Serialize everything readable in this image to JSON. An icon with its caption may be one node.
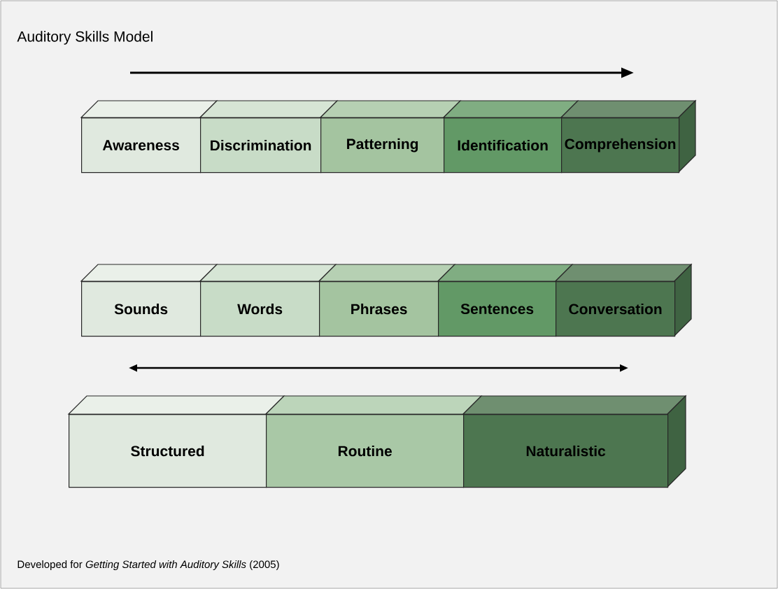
{
  "diagram": {
    "title": "Auditory Skills Model",
    "caption": "Developed for *Getting Started with Auditory Skills* (2005)",
    "nodes": [
      {
        "text": [
          "Awareness"
        ]
      },
      {
        "text": [
          "Discrimination"
        ]
      },
      {
        "text": [
          "Patterning"
        ]
      },
      {
        "text": [
          "Identification"
        ]
      },
      {
        "text": [
          "Comprehension"
        ]
      },
      {
        "text": [
          "Sounds"
        ]
      },
      {
        "text": [
          "Words"
        ]
      },
      {
        "text": [
          "Phrases"
        ]
      },
      {
        "text": [
          "Sentences"
        ]
      },
      {
        "text": [
          "Conversation"
        ]
      },
      {
        "text": [
          "Structured"
        ]
      },
      {
        "text": [
          "Routine"
        ]
      },
      {
        "text": [
          "Naturalistic"
        ]
      }
    ]
  }
}
